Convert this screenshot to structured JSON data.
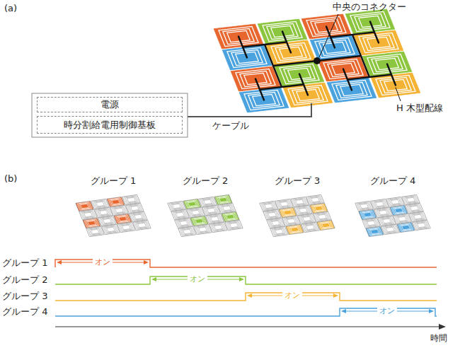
{
  "diagram": {
    "nodes": [
      {
        "text": [
          "電源"
        ]
      },
      {
        "text": [
          "時分割給電用制御基板"
        ]
      }
    ],
    "labels": [
      "(a)",
      "中央のコネクター",
      "H 木型配線",
      "ケーブル",
      "(b)",
      "グループ 1",
      "グループ 2",
      "グループ 3",
      "グループ 4",
      "グループ 1",
      "グループ 2",
      "グループ 3",
      "グループ 4",
      "オン",
      "オン",
      "オン",
      "オン",
      "時間"
    ]
  }
}
